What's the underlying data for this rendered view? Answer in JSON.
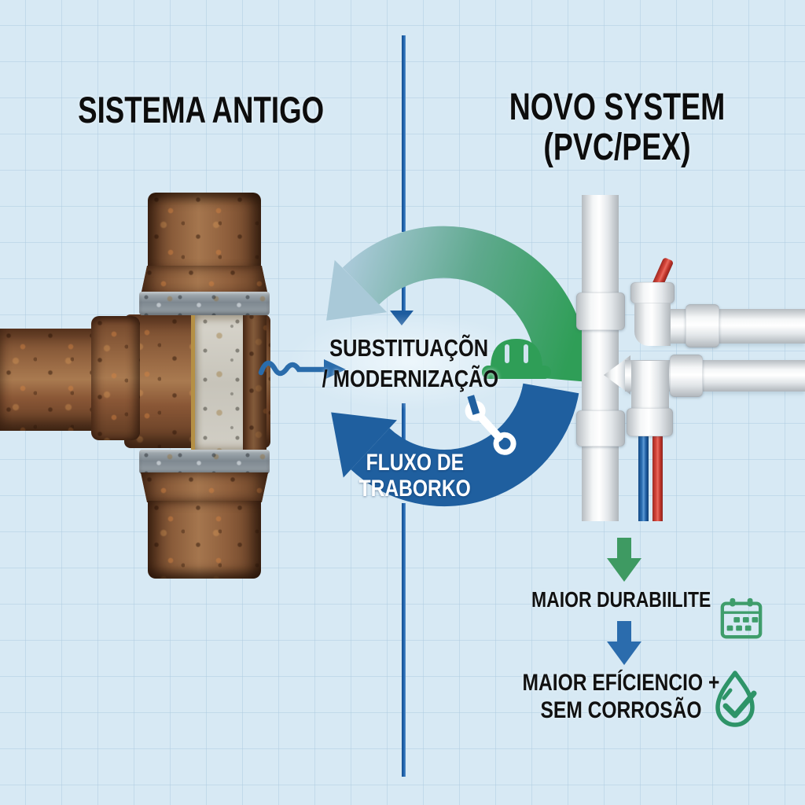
{
  "left": {
    "title": "SISTEMA ANTIGO"
  },
  "right": {
    "title": "NOVO SYSTEM",
    "subtitle": "(PVC/PEX)"
  },
  "center": {
    "substitution_line1": "SUBSTITUAÇÕN",
    "substitution_line2": "/ MODERNIZAÇÃO",
    "flow_line1": "FLUXO DE",
    "flow_line2": "TRABORKO"
  },
  "benefits": {
    "durability": "MAIOR DURABIILITE",
    "efficiency_line1": "MAIOR EFÍCIENCIO +",
    "efficiency_line2": "SEM CORROSÃO"
  },
  "icons": {
    "helmet": "hard-hat-icon",
    "wrench": "wrench-icon",
    "calendar": "calendar-icon",
    "droplet_check": "water-drop-check-icon",
    "wavy_arrow": "wavy-arrow-icon",
    "down_arrow_green": "green-down-arrow-icon",
    "down_arrow_blue": "blue-down-arrow-icon"
  },
  "colors": {
    "background": "#d7e9f4",
    "grid": "#adcbe0",
    "divider": "#1d5c9f",
    "arc_green": "#2f9e57",
    "arc_pale": "#a9c9d8",
    "arc_blue": "#1f5f9f",
    "arrow_green": "#3e9a62",
    "arrow_blue": "#2b6cad",
    "icon_green": "#3f9d6b",
    "text": "#111111"
  }
}
